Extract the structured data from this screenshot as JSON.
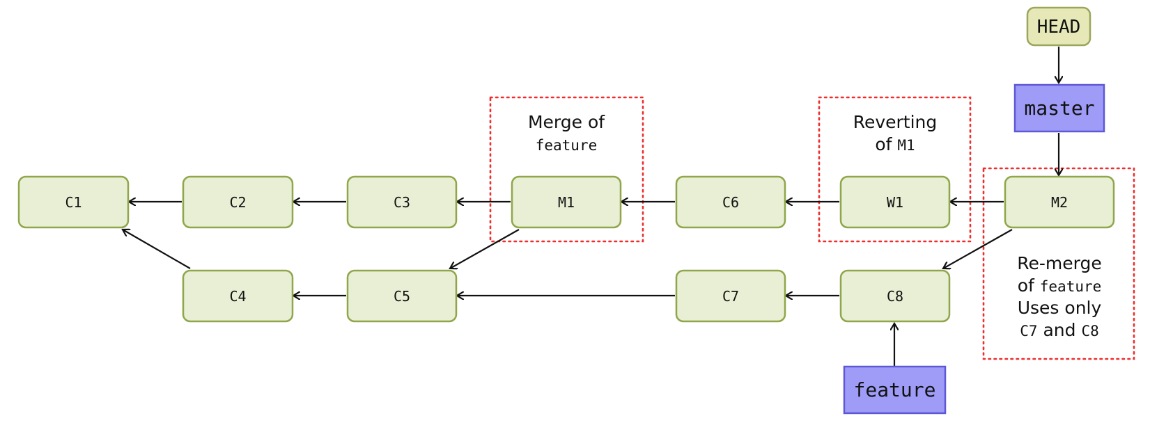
{
  "pointers": {
    "head": "HEAD",
    "master": "master",
    "feature": "feature"
  },
  "commits": {
    "c1": "C1",
    "c2": "C2",
    "c3": "C3",
    "m1": "M1",
    "c6": "C6",
    "w1": "W1",
    "m2": "M2",
    "c4": "C4",
    "c5": "C5",
    "c7": "C7",
    "c8": "C8"
  },
  "annotations": {
    "merge_line1": "Merge of",
    "merge_line2": "feature",
    "revert_line1": "Reverting",
    "revert_line2_prefix": "of ",
    "revert_line2_code": "M1",
    "remerge_line1": "Re-merge",
    "remerge_line2_prefix": "of ",
    "remerge_line2_code": "feature",
    "remerge_line3": "Uses only",
    "remerge_line4_code_a": "C7",
    "remerge_line4_mid": " and ",
    "remerge_line4_code_b": "C8"
  },
  "colors": {
    "commit_fill": "#e8efd5",
    "commit_border": "#8fa64a",
    "branch_fill": "#9f9cf7",
    "branch_border": "#5d58d6",
    "head_fill": "#e6e8b7",
    "highlight": "#ee2d2d"
  }
}
